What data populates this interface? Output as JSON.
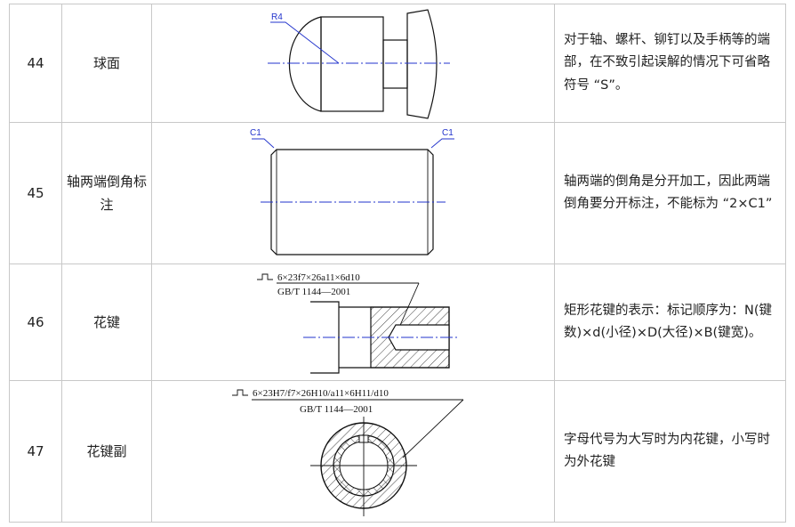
{
  "rows": [
    {
      "num": "44",
      "name": "球面",
      "dim_labels": [
        "R4"
      ],
      "description": "对于轴、螺杆、铆钉以及手柄等的端部，在不致引起误解的情况下可省略符号 “S”。"
    },
    {
      "num": "45",
      "name": "轴两端倒角标注",
      "dim_labels": [
        "C1",
        "C1"
      ],
      "description": "轴两端的倒角是分开加工，因此两端倒角要分开标注，不能标为 “2×C1”"
    },
    {
      "num": "46",
      "name": "花键",
      "spline_code": "6×23f7×26a11×6d10",
      "spline_std": "GB/T 1144—2001",
      "description": "矩形花键的表示：标记顺序为：N(键数)×d(小径)×D(大径)×B(键宽)。"
    },
    {
      "num": "47",
      "name": "花键副",
      "spline_code": "6×23H7/f7×26H10/a11×6H11/d10",
      "spline_std": "GB/T 1144—2001",
      "description": "字母代号为大写时为内花键，小写时为外花键"
    }
  ]
}
